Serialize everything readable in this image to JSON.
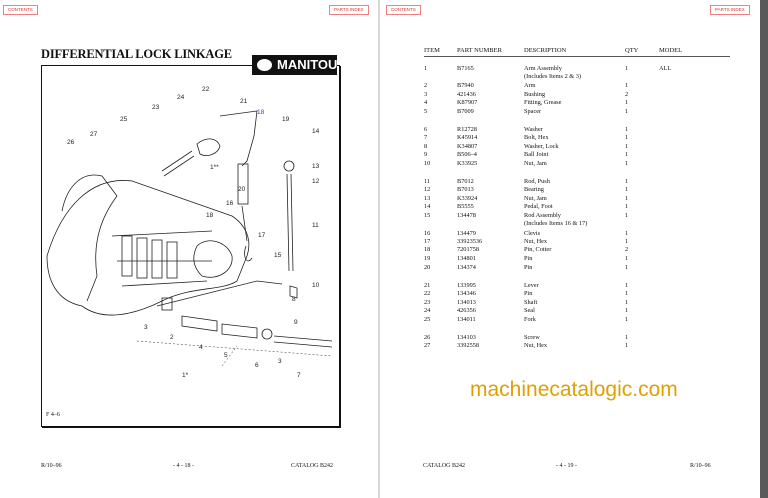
{
  "nav": {
    "contents": "CONTENTS",
    "parts_index": "PARTS INDEX"
  },
  "left_page": {
    "title": "DIFFERENTIAL LOCK LINKAGE",
    "logo_text": "MANITOU",
    "figure_label": "F 4–6",
    "callouts": [
      "22",
      "24",
      "21",
      "18",
      "23",
      "19",
      "14",
      "27",
      "25",
      "13",
      "26",
      "1**",
      "12",
      "16",
      "20",
      "18",
      "17",
      "15",
      "11",
      "10",
      "8",
      "9",
      "3",
      "2",
      "4",
      "5",
      "6",
      "3",
      "7",
      "1*"
    ],
    "footer": {
      "left": "R/10–96",
      "center": "- 4 - 18 -",
      "right": "CATALOG B242"
    }
  },
  "right_page": {
    "headers": {
      "item": "ITEM",
      "part": "PART NUMBER",
      "desc": "DESCRIPTION",
      "qty": "QTY",
      "model": "MODEL"
    },
    "rows": [
      {
        "item": "1",
        "part": "B7165",
        "desc": "Arm Assembly",
        "qty": "1",
        "model": "ALL"
      },
      {
        "item": "",
        "part": "",
        "desc": "(Includes Items 2 & 3)",
        "qty": "",
        "model": ""
      },
      {
        "item": "2",
        "part": "B7940",
        "desc": "Arm",
        "qty": "1",
        "model": ""
      },
      {
        "item": "3",
        "part": "421436",
        "desc": "Bushing",
        "qty": "2",
        "model": ""
      },
      {
        "item": "4",
        "part": "K87907",
        "desc": "Fitting, Grease",
        "qty": "1",
        "model": ""
      },
      {
        "item": "5",
        "part": "B7009",
        "desc": "Spacer",
        "qty": "1",
        "model": ""
      },
      {
        "item": "6",
        "part": "R12728",
        "desc": "Washer",
        "qty": "1",
        "model": ""
      },
      {
        "item": "7",
        "part": "K45914",
        "desc": "Bolt, Hex",
        "qty": "1",
        "model": ""
      },
      {
        "item": "8",
        "part": "K34807",
        "desc": "Washer, Lock",
        "qty": "1",
        "model": ""
      },
      {
        "item": "9",
        "part": "B506–4",
        "desc": "Ball Joint",
        "qty": "1",
        "model": ""
      },
      {
        "item": "10",
        "part": "K33925",
        "desc": "Nut, Jam",
        "qty": "1",
        "model": ""
      },
      {
        "item": "11",
        "part": "B7012",
        "desc": "Rod, Push",
        "qty": "1",
        "model": ""
      },
      {
        "item": "12",
        "part": "B7013",
        "desc": "Bearing",
        "qty": "1",
        "model": ""
      },
      {
        "item": "13",
        "part": "K33924",
        "desc": "Nut, Jam",
        "qty": "1",
        "model": ""
      },
      {
        "item": "14",
        "part": "B5555",
        "desc": "Pedal, Foot",
        "qty": "1",
        "model": ""
      },
      {
        "item": "15",
        "part": "134478",
        "desc": "Rod Assembly",
        "qty": "1",
        "model": ""
      },
      {
        "item": "",
        "part": "",
        "desc": "(Includes Items 16 & 17)",
        "qty": "",
        "model": ""
      },
      {
        "item": "16",
        "part": "134479",
        "desc": "Clevis",
        "qty": "1",
        "model": ""
      },
      {
        "item": "17",
        "part": "33923536",
        "desc": "Nut, Hex",
        "qty": "1",
        "model": ""
      },
      {
        "item": "18",
        "part": "7201758",
        "desc": "Pin, Cotter",
        "qty": "2",
        "model": ""
      },
      {
        "item": "19",
        "part": "134801",
        "desc": "Pin",
        "qty": "1",
        "model": ""
      },
      {
        "item": "20",
        "part": "134374",
        "desc": "Pin",
        "qty": "1",
        "model": ""
      },
      {
        "item": "21",
        "part": "133995",
        "desc": "Lever",
        "qty": "1",
        "model": ""
      },
      {
        "item": "22",
        "part": "134346",
        "desc": "Pin",
        "qty": "1",
        "model": ""
      },
      {
        "item": "23",
        "part": "134013",
        "desc": "Shaft",
        "qty": "1",
        "model": ""
      },
      {
        "item": "24",
        "part": "426356",
        "desc": "Seal",
        "qty": "1",
        "model": ""
      },
      {
        "item": "25",
        "part": "134011",
        "desc": "Fork",
        "qty": "1",
        "model": ""
      },
      {
        "item": "26",
        "part": "134103",
        "desc": "Screw",
        "qty": "1",
        "model": ""
      },
      {
        "item": "27",
        "part": "3392558",
        "desc": "Nut, Hex",
        "qty": "1",
        "model": ""
      }
    ],
    "footer": {
      "left": "CATALOG B242",
      "center": "- 4 - 19 -",
      "right": "R/10–96"
    }
  },
  "watermark": "machinecatalogic.com",
  "colors": {
    "nav_border": "#f08080",
    "nav_text": "#e03030",
    "watermark": "#e0a000",
    "callout_blue": "#2050c0"
  }
}
